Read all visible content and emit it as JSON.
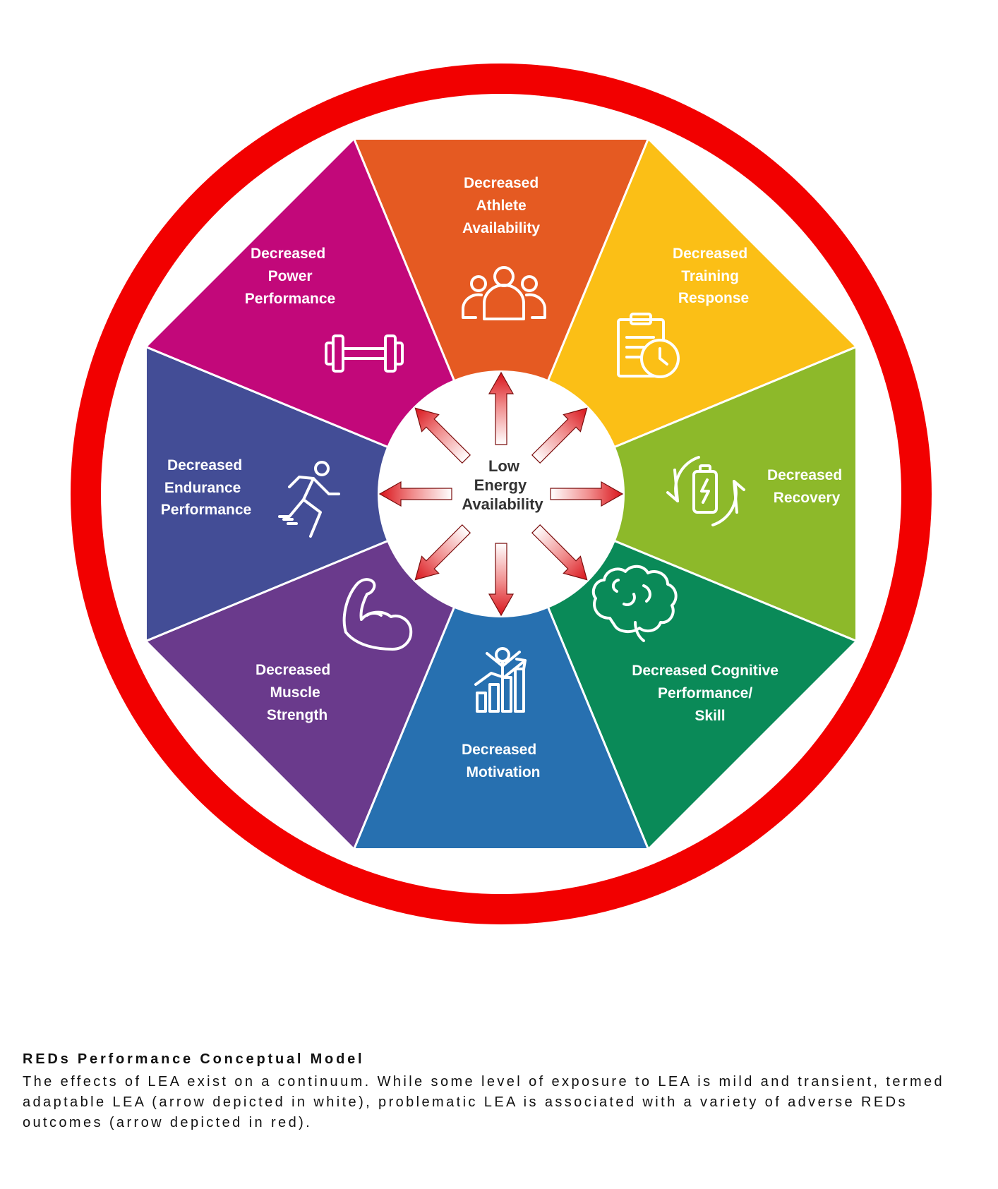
{
  "title": "REDs: Relative Energy Deficiency in Sport",
  "center": {
    "lines": [
      "Low",
      "Energy",
      "Availability"
    ]
  },
  "segments": [
    {
      "id": "athlete-availability",
      "lines": [
        "Decreased",
        "Athlete",
        "Availability"
      ],
      "color": "#E55A22",
      "icon": "group-icon"
    },
    {
      "id": "training-response",
      "lines": [
        "Decreased",
        "Training",
        "Response"
      ],
      "color": "#FBBF16",
      "icon": "clipboard-clock-icon"
    },
    {
      "id": "recovery",
      "lines": [
        "Decreased",
        "Recovery"
      ],
      "color": "#8DB92A",
      "icon": "battery-recharge-icon"
    },
    {
      "id": "cognitive-performance",
      "lines": [
        "Decreased Cognitive",
        "Performance/",
        "Skill"
      ],
      "color": "#0A8A58",
      "icon": "brain-icon"
    },
    {
      "id": "motivation",
      "lines": [
        "Decreased",
        "Motivation"
      ],
      "color": "#2770B0",
      "icon": "growth-chart-person-icon"
    },
    {
      "id": "muscle-strength",
      "lines": [
        "Decreased",
        "Muscle",
        "Strength"
      ],
      "color": "#6A3A8C",
      "icon": "flexed-arm-icon"
    },
    {
      "id": "endurance-performance",
      "lines": [
        "Decreased",
        "Endurance",
        "Performance"
      ],
      "color": "#434D96",
      "icon": "runner-icon"
    },
    {
      "id": "power-performance",
      "lines": [
        "Decreased",
        "Power",
        "Performance"
      ],
      "color": "#C2087A",
      "icon": "dumbbell-icon"
    }
  ],
  "colors": {
    "ring": "#F20000",
    "arrow_red": "#E0151C",
    "center_fill": "#FFFFFF"
  },
  "caption": {
    "title": "REDs Performance Conceptual Model",
    "body": "The effects of LEA exist on a continuum. While some level of exposure to LEA is mild and transient, termed adaptable LEA (arrow depicted in white), problematic LEA is associated with a variety of adverse REDs outcomes (arrow depicted in red)."
  }
}
